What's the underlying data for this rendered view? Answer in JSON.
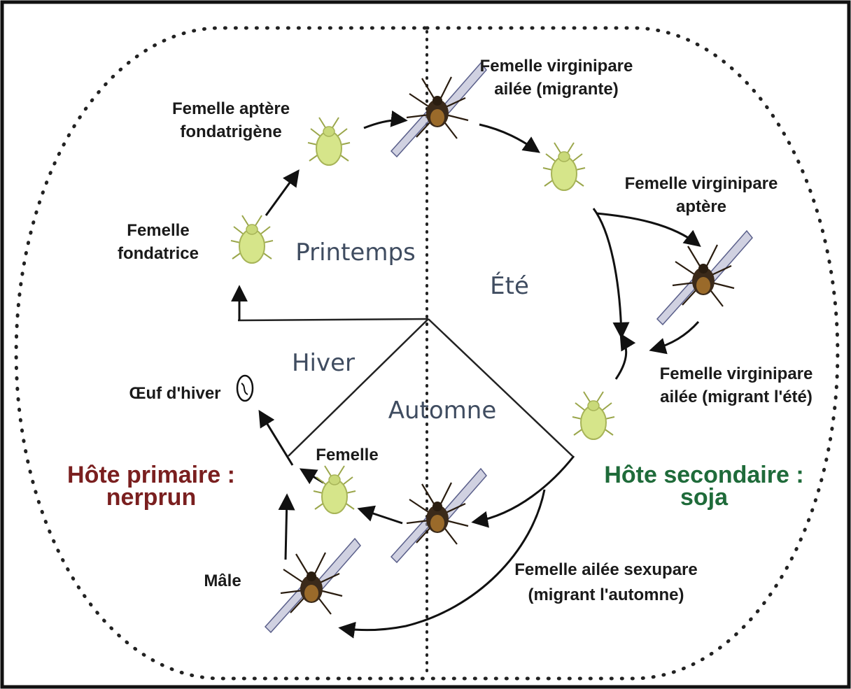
{
  "seasons": {
    "spring": "Printemps",
    "summer": "Été",
    "winter": "Hiver",
    "autumn": "Automne"
  },
  "hosts": {
    "primary_line1": "Hôte primaire :",
    "primary_line2": "nerprun",
    "secondary_line1": "Hôte secondaire :",
    "secondary_line2": "soja"
  },
  "stages": {
    "fondatrice_l1": "Femelle",
    "fondatrice_l2": "fondatrice",
    "fondatrigene_l1": "Femelle aptère",
    "fondatrigene_l2": "fondatrigène",
    "migrante_l1": "Femelle virginipare",
    "migrante_l2": "ailée (migrante)",
    "aptere_l1": "Femelle virginipare",
    "aptere_l2": "aptère",
    "ete_l1": "Femelle virginipare",
    "ete_l2": "ailée (migrant l'été)",
    "sexupare_l1": "Femelle ailée sexupare",
    "sexupare_l2": "(migrant l'automne)",
    "femelle": "Femelle",
    "male": "Mâle",
    "oeuf": "Œuf d'hiver"
  },
  "colors": {
    "aphid_body": "#d6e58a",
    "winged_body": "#3b2a1a",
    "wing": "#8c8fb0",
    "primary_host": "#7a1f1f",
    "secondary_host": "#1f6b3a"
  }
}
